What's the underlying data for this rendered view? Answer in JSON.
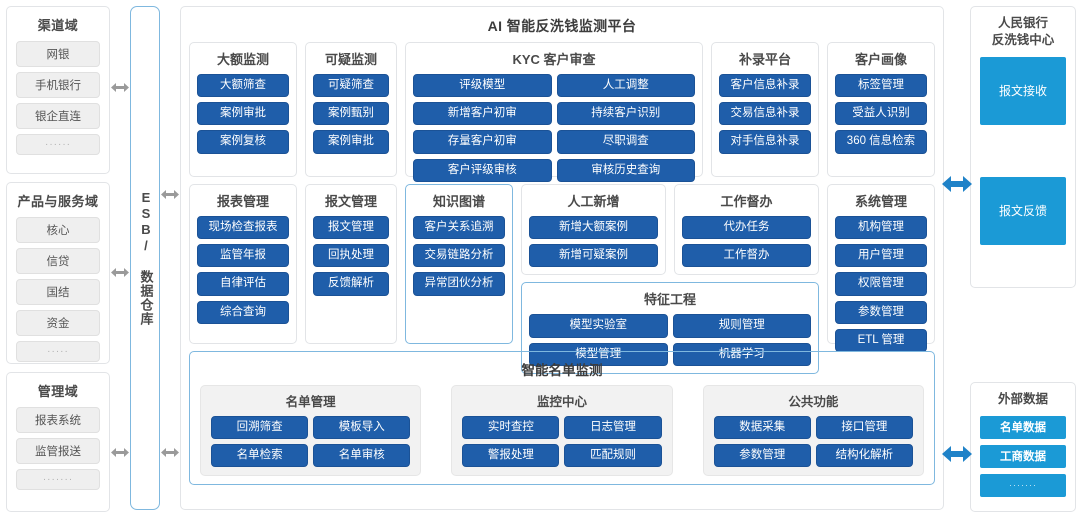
{
  "left_domains": [
    {
      "title": "渠道域",
      "items": [
        "网银",
        "手机银行",
        "银企直连",
        "······"
      ]
    },
    {
      "title": "产品与服务域",
      "items": [
        "核心",
        "信贷",
        "国结",
        "资金",
        "·····"
      ]
    },
    {
      "title": "管理域",
      "items": [
        "报表系统",
        "监管报送",
        "·······"
      ]
    }
  ],
  "esb": {
    "label": "ESB/ 数据仓库"
  },
  "main": {
    "title": "AI 智能反洗钱监测平台",
    "row1": [
      {
        "title": "大额监测",
        "cols": 1,
        "items": [
          "大额筛查",
          "案例审批",
          "案例复核"
        ]
      },
      {
        "title": "可疑监测",
        "cols": 1,
        "items": [
          "可疑筛查",
          "案例甄别",
          "案例审批"
        ]
      },
      {
        "title": "KYC 客户审查",
        "cols": 2,
        "items": [
          "评级模型",
          "人工调整",
          "新增客户初审",
          "持续客户识别",
          "存量客户初审",
          "尽职调查",
          "客户评级审核",
          "审核历史查询"
        ]
      },
      {
        "title": "补录平台",
        "cols": 1,
        "items": [
          "客户信息补录",
          "交易信息补录",
          "对手信息补录"
        ]
      },
      {
        "title": "客户画像",
        "cols": 1,
        "items": [
          "标签管理",
          "受益人识别",
          "360 信息检索"
        ]
      }
    ],
    "row2": {
      "baobiao": {
        "title": "报表管理",
        "cols": 1,
        "items": [
          "现场检查报表",
          "监管年报",
          "自律评估",
          "综合查询"
        ]
      },
      "baowen": {
        "title": "报文管理",
        "cols": 1,
        "items": [
          "报文管理",
          "回执处理",
          "反馈解析"
        ]
      },
      "zhishi": {
        "title": "知识图谱",
        "cols": 1,
        "items": [
          "客户关系追溯",
          "交易链路分析",
          "异常团伙分析"
        ]
      },
      "rengong": {
        "title": "人工新增",
        "cols": 1,
        "items": [
          "新增大额案例",
          "新增可疑案例"
        ]
      },
      "gongzuo": {
        "title": "工作督办",
        "cols": 1,
        "items": [
          "代办任务",
          "工作督办"
        ]
      },
      "tezheng": {
        "title": "特征工程",
        "cols": 2,
        "items": [
          "模型实验室",
          "规则管理",
          "模型管理",
          "机器学习"
        ]
      },
      "xitong": {
        "title": "系统管理",
        "cols": 1,
        "items": [
          "机构管理",
          "用户管理",
          "权限管理",
          "参数管理",
          "ETL 管理"
        ]
      }
    }
  },
  "bottom": {
    "title": "智能名单监测",
    "cards": [
      {
        "title": "名单管理",
        "items": [
          "回溯筛查",
          "模板导入",
          "名单检索",
          "名单审核"
        ]
      },
      {
        "title": "监控中心",
        "items": [
          "实时查控",
          "日志管理",
          "警报处理",
          "匹配规则"
        ]
      },
      {
        "title": "公共功能",
        "items": [
          "数据采集",
          "接口管理",
          "参数管理",
          "结构化解析"
        ]
      }
    ]
  },
  "right_panels": [
    {
      "title": "人民银行\n反洗钱中心",
      "title_line1": "人民银行",
      "title_line2": "反洗钱中心",
      "blocks": [
        "报文接收",
        "报文反馈"
      ]
    },
    {
      "title": "外部数据",
      "blocks": [
        "名单数据",
        "工商数据",
        "·······"
      ]
    }
  ],
  "colors": {
    "button_blue": "#1f5eaa",
    "block_cyan": "#1b9ad6",
    "accent_border": "#7fb8df",
    "panel_border": "#e2e4e7",
    "pill_gray": "#efefef",
    "arrow_gray": "#9a9a9a",
    "arrow_blue": "#1f82c8"
  }
}
